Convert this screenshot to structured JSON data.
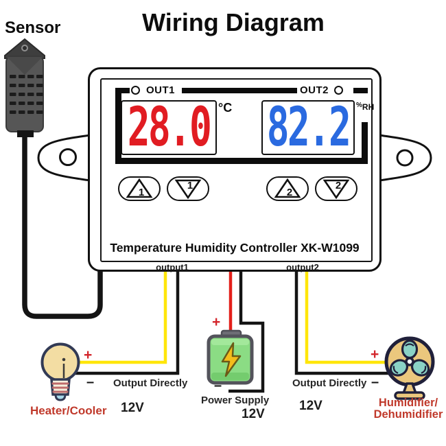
{
  "title": "Wiring Diagram",
  "sensor": {
    "label": "Sensor"
  },
  "controller": {
    "model_title": "Temperature Humidity Controller XK-W1099",
    "out1": {
      "label": "OUT1"
    },
    "out2": {
      "label": "OUT2"
    },
    "temperature": {
      "value": "28.0",
      "unit": "°C",
      "color": "#e11c22"
    },
    "humidity": {
      "value": "82.2",
      "unit_pct": "%",
      "unit_rh": "RH",
      "color": "#2a6ae0"
    },
    "buttons": {
      "up1": "1",
      "down1": "1",
      "up2": "2",
      "down2": "2"
    },
    "output1_label": "output1",
    "output2_label": "output2"
  },
  "connections": {
    "heater": {
      "device": "Heater/Cooler",
      "plus": "+",
      "minus": "–",
      "note": "Output Directly",
      "voltage": "12V"
    },
    "power_supply": {
      "device": "Power Supply",
      "plus": "+",
      "minus": "–",
      "voltage": "12V"
    },
    "humidifier": {
      "device_line1": "Humidifier/",
      "device_line2": "Dehumidifier",
      "plus": "+",
      "minus": "–",
      "note": "Output Directly",
      "voltage": "12V"
    }
  },
  "colors": {
    "wire_positive_yellow": "#ffe609",
    "wire_negative_black": "#141414",
    "wire_supply_red": "#e3201b",
    "temp_digits": "#e11c22",
    "humidity_digits": "#2a6ae0",
    "device_label_red": "#c0392b",
    "battery_green": "#8bdc84",
    "fan_tan": "#ebc77d",
    "fan_blade_teal": "#8ad2c6"
  }
}
